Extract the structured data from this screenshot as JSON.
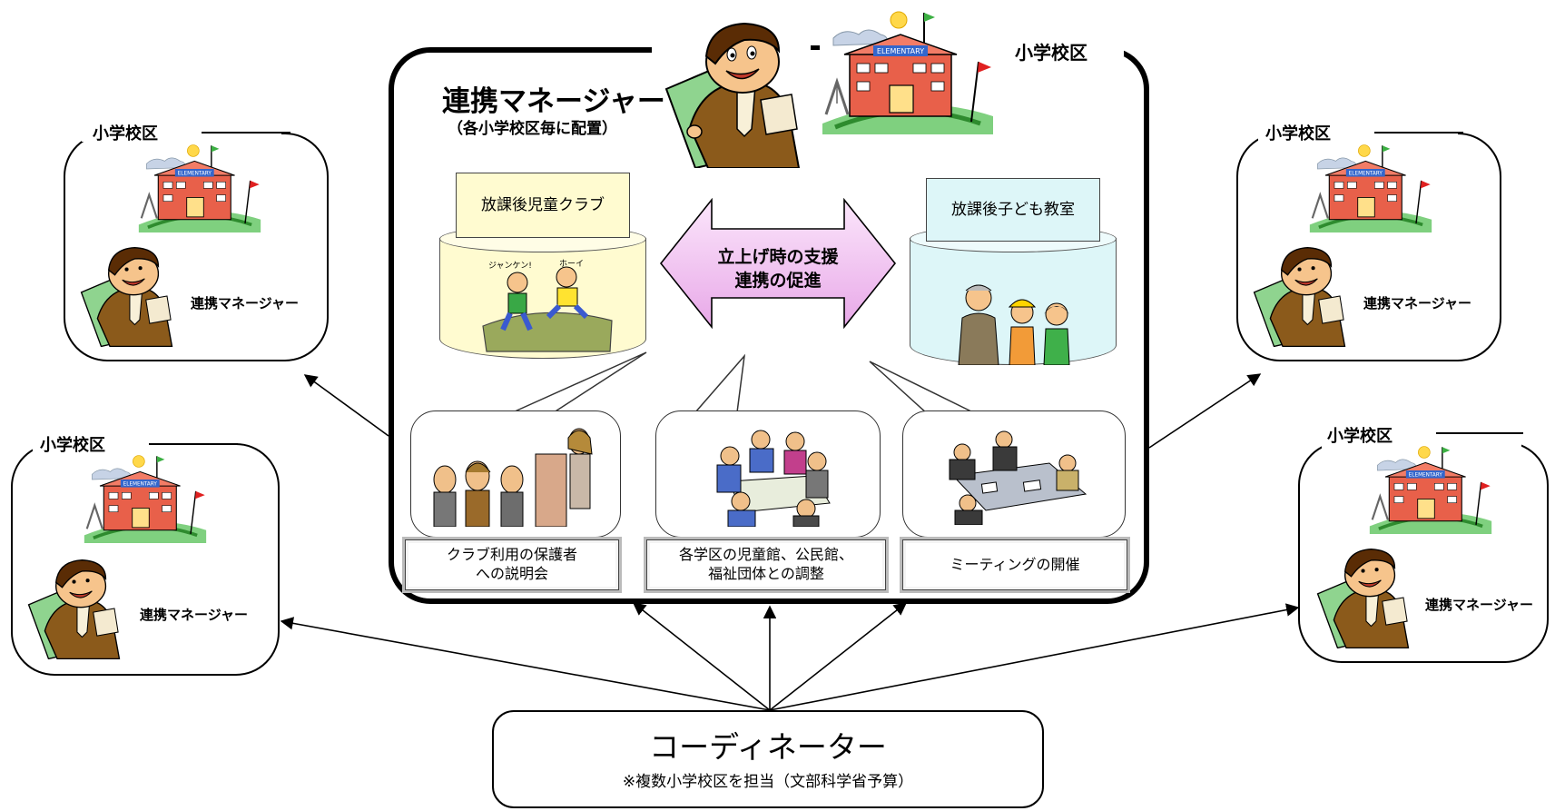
{
  "center": {
    "district_label": "小学校区",
    "manager_title": "連携マネージャー",
    "manager_note": "（各小学校区毎に配置）",
    "club_label": "放課後児童クラブ",
    "classroom_label": "放課後子ども教室",
    "arrow_line1": "立上げ時の支援",
    "arrow_line2": "連携の促進",
    "activities": [
      {
        "caption_line1": "クラブ利用の保護者",
        "caption_line2": "への説明会"
      },
      {
        "caption_line1": "各学区の児童館、公民館、",
        "caption_line2": "福祉団体との調整"
      },
      {
        "caption_line1": "ミーティングの開催",
        "caption_line2": ""
      }
    ]
  },
  "districts": [
    {
      "label": "小学校区",
      "manager": "連携マネージャー"
    },
    {
      "label": "小学校区",
      "manager": "連携マネージャー"
    },
    {
      "label": "小学校区",
      "manager": "連携マネージャー"
    },
    {
      "label": "小学校区",
      "manager": "連携マネージャー"
    }
  ],
  "school_sign": "ELEMENTARY",
  "illustration_text": {
    "shout1": "ジャンケン!",
    "shout2": "ホーイ"
  },
  "coordinator": {
    "title": "コーディネーター",
    "note": "※複数小学校区を担当（文部科学省予算）"
  },
  "colors": {
    "club_fill": "#fffbd0",
    "classroom_fill": "#ddf6f8",
    "arrow_fill": "#f3c8f3",
    "school_brick": "#e8604a",
    "grass": "#6cc36c"
  }
}
